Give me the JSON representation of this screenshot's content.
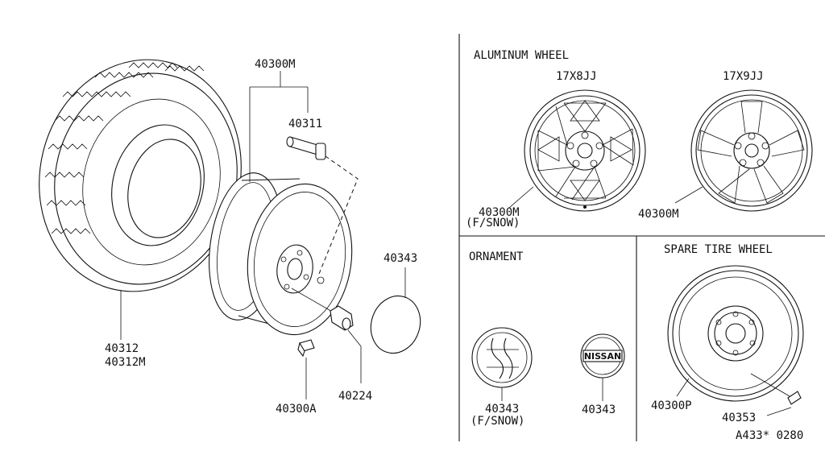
{
  "sections": {
    "aluminum": "ALUMINUM WHEEL",
    "ornament": "ORNAMENT",
    "spare": "SPARE TIRE WHEEL"
  },
  "sizes": {
    "w1": "17X8JJ",
    "w2": "17X9JJ"
  },
  "parts": {
    "wheel_assy": "40300M",
    "valve": "40311",
    "tire_1": "40312",
    "tire_2": "40312M",
    "weight": "40300A",
    "nut": "40224",
    "cap": "40343",
    "alu1_part": "40300M",
    "alu1_note": "(F/SNOW)",
    "alu2_part": "40300M",
    "orn1_part": "40343",
    "orn1_note": "(F/SNOW)",
    "orn2_part": "40343",
    "spare_part": "40300P",
    "spare_valve": "40353"
  },
  "logo_text": "NISSAN",
  "diagram_id": "A433* 0280"
}
